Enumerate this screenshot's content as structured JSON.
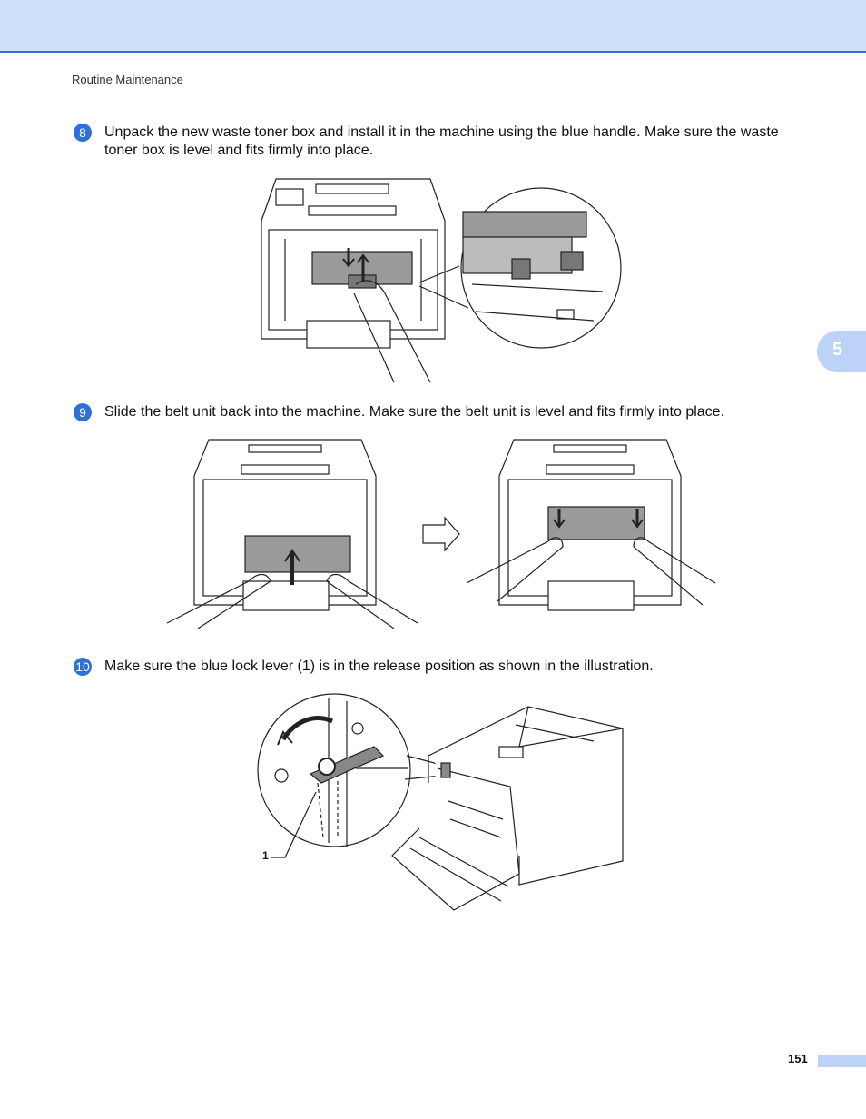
{
  "header": {
    "section": "Routine Maintenance"
  },
  "chapter_tab": "5",
  "steps": [
    {
      "number": "8",
      "text": "Unpack the new waste toner box and install it in the machine using the blue handle. Make sure the waste toner box is level and fits firmly into place."
    },
    {
      "number": "9",
      "text": "Slide the belt unit back into the machine. Make sure the belt unit is level and fits firmly into place."
    },
    {
      "number": "10",
      "text": "Make sure the blue lock lever (1) is in the release position as shown in the illustration."
    }
  ],
  "figure3": {
    "callout": "1"
  },
  "footer": {
    "page_number": "151"
  },
  "colors": {
    "accent": "#2f6fd6",
    "header_band": "#cfe0fb",
    "tab": "#bcd3f7"
  }
}
